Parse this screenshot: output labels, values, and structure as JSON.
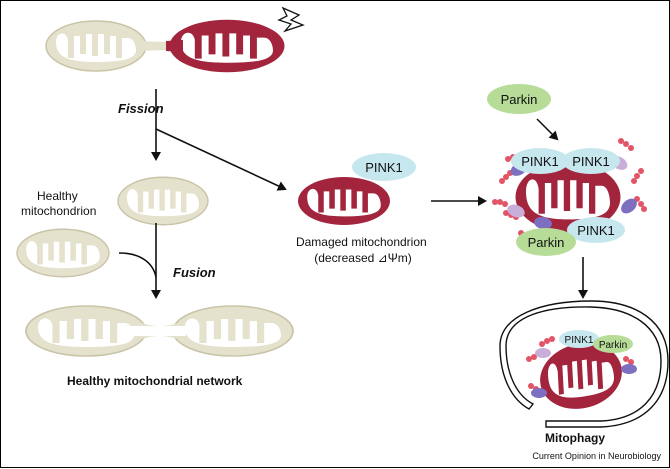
{
  "colors": {
    "healthy_fill": "#e4e1cd",
    "healthy_outline": "#c9c4a8",
    "damaged_fill": "#a3253d",
    "matrix": "#ffffff",
    "pink1": "#c7e7ef",
    "parkin": "#b6dc98",
    "ubiquitin": "#e25566",
    "receptor_purple": "#7f6fc0",
    "receptor_lilac": "#c8aed8",
    "arrow": "#111111"
  },
  "icons": {
    "damage": "lightning-bolt-icon"
  },
  "labels": {
    "fission": "Fission",
    "fusion": "Fusion",
    "healthy_mito": [
      "Healthy",
      "mitochondrion"
    ],
    "damaged_mito": [
      "Damaged mitochondrion",
      "(decreased ⊿Ψm)"
    ],
    "healthy_network": "Healthy mitochondrial network",
    "mitophagy": "Mitophagy",
    "source": "Current Opinion in Neurobiology"
  },
  "proteins": {
    "pink1": "PINK1",
    "parkin": "Parkin"
  }
}
